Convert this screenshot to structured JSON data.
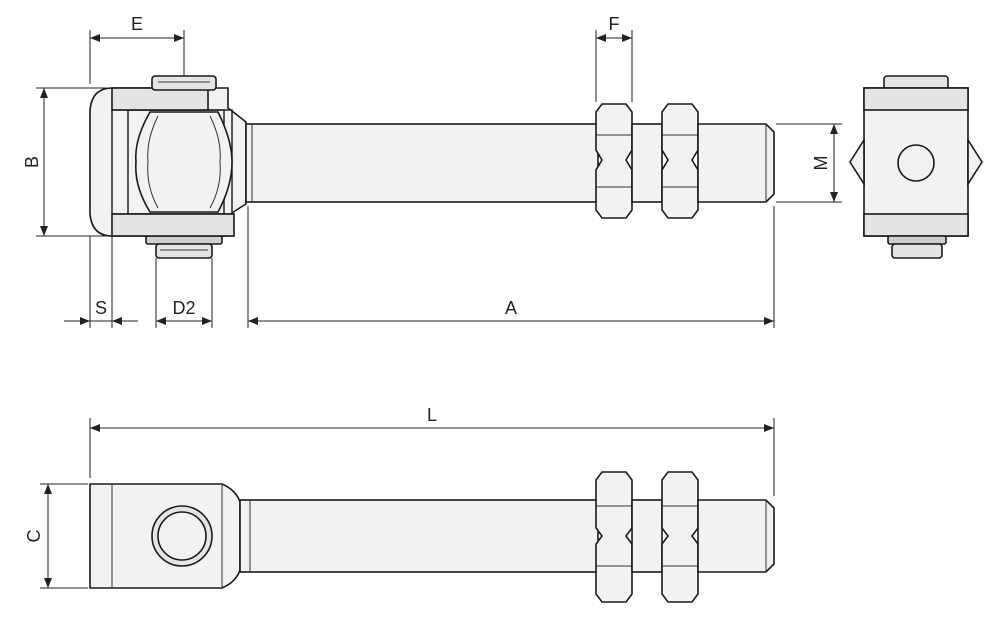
{
  "dimensions": {
    "E": "E",
    "F": "F",
    "B": "B",
    "M": "M",
    "S": "S",
    "D2": "D2",
    "A": "A",
    "L": "L",
    "C": "C"
  },
  "colors": {
    "stroke": "#1a1a1a",
    "fill": "#e4e4e4",
    "background": "#ffffff"
  }
}
